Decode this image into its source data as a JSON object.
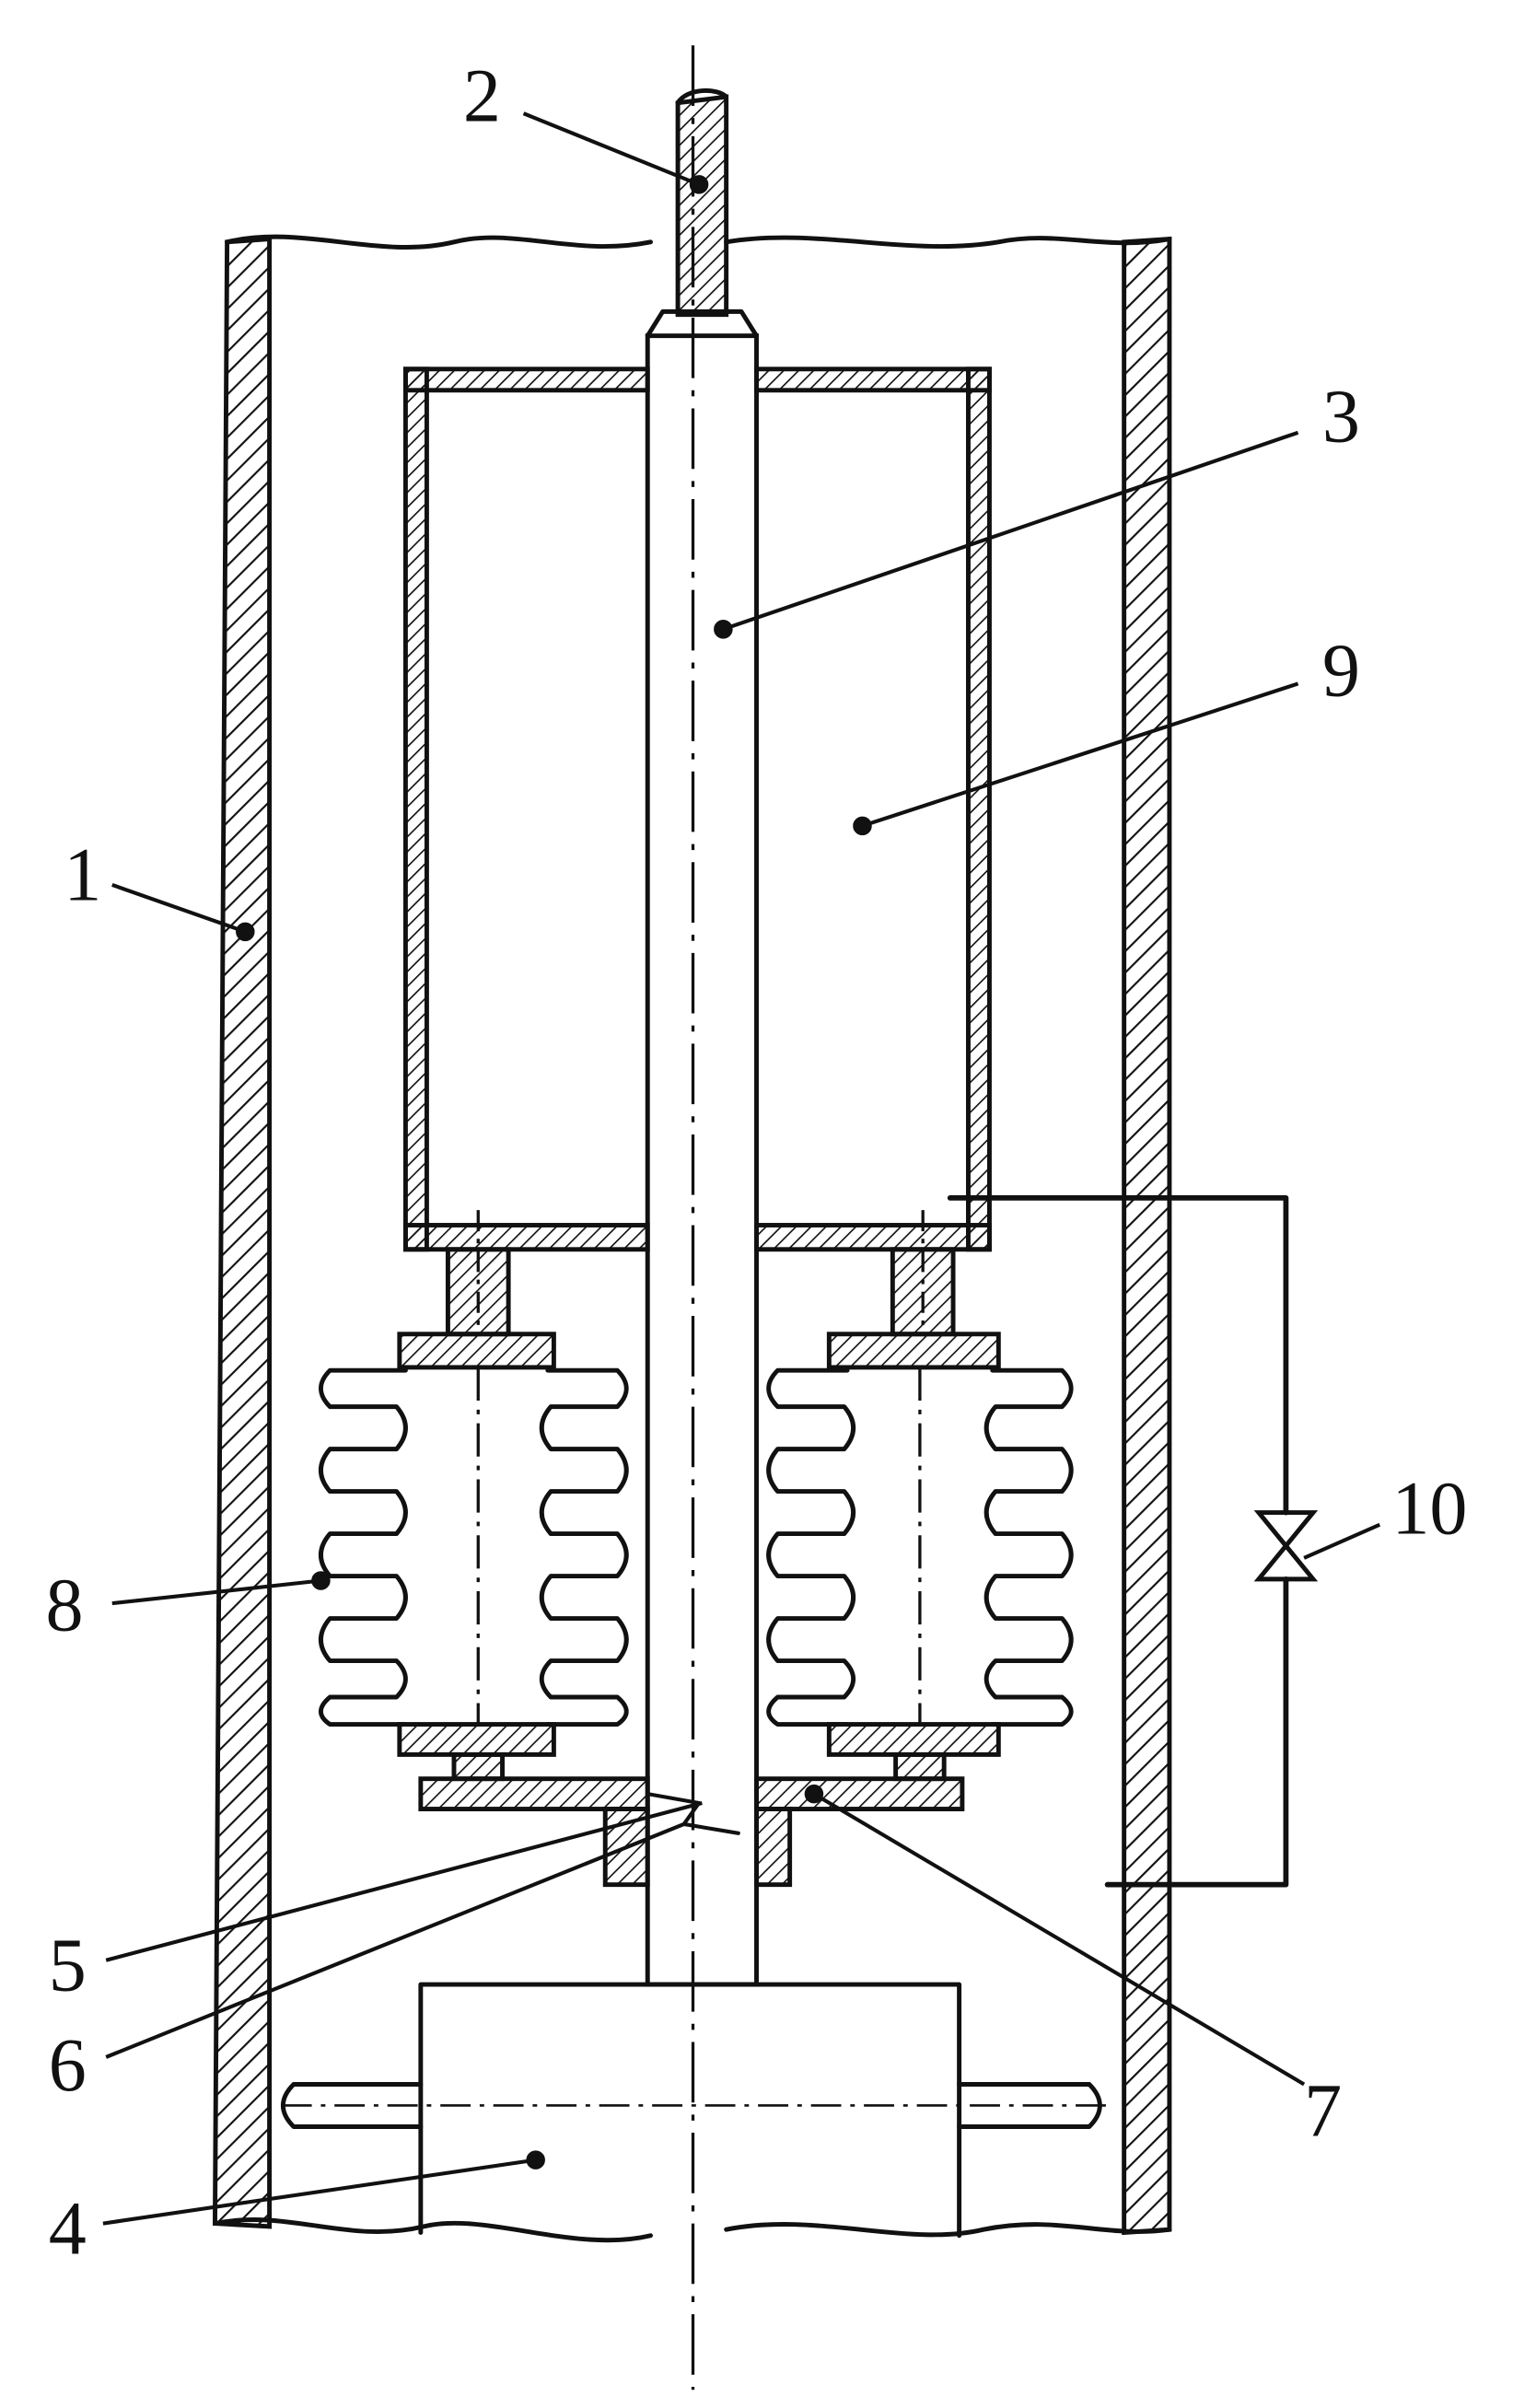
{
  "labels": {
    "l1": "1",
    "l2": "2",
    "l3": "3",
    "l4": "4",
    "l5": "5",
    "l6": "6",
    "l7": "7",
    "l8": "8",
    "l9": "9",
    "l10": "10"
  },
  "colors": {
    "ink": "#111111",
    "background": "#ffffff"
  }
}
